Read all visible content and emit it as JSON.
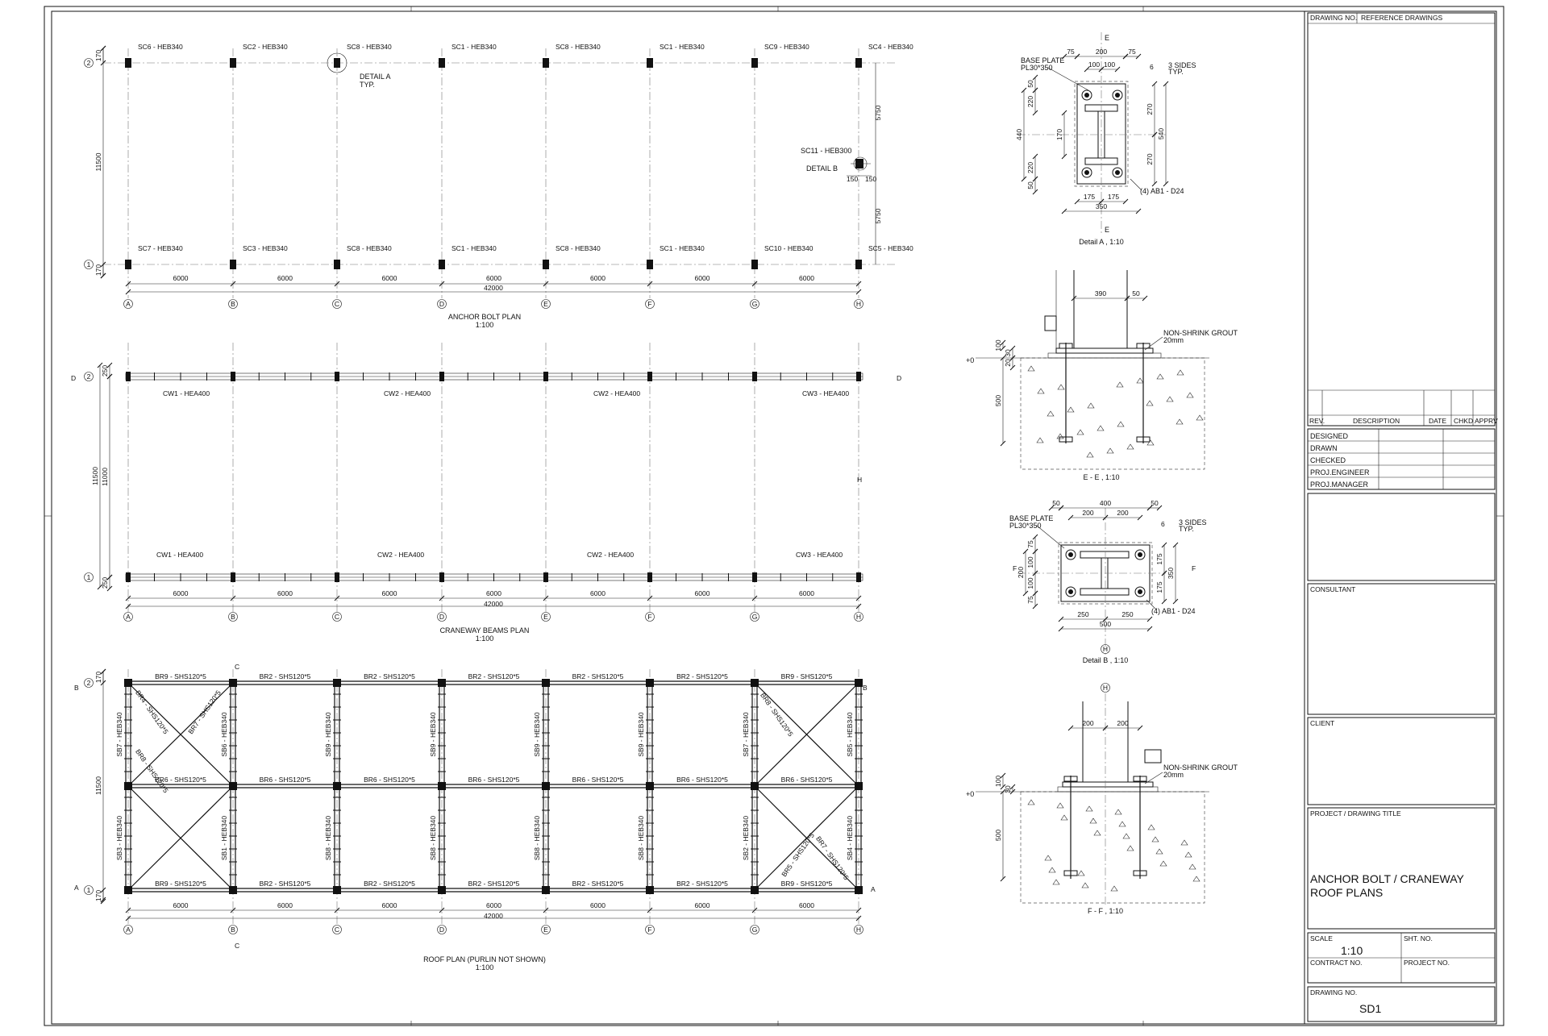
{
  "anchor_bolt_plan": {
    "title": "ANCHOR BOLT PLAN",
    "scale": "1:100",
    "grid_letters": [
      "A",
      "B",
      "C",
      "D",
      "E",
      "F",
      "G",
      "H"
    ],
    "grid_rows": [
      "2",
      "1"
    ],
    "row2_labels": [
      "SC6 - HEB340",
      "SC2 - HEB340",
      "SC8 - HEB340",
      "SC1 - HEB340",
      "SC8 - HEB340",
      "SC1 - HEB340",
      "SC9 - HEB340",
      "SC4 - HEB340"
    ],
    "row1_labels": [
      "SC7 - HEB340",
      "SC3 - HEB340",
      "SC8 - HEB340",
      "SC1 - HEB340",
      "SC8 - HEB340",
      "SC1 - HEB340",
      "SC10 - HEB340",
      "SC5 - HEB340"
    ],
    "detail_a": "DETAIL A",
    "detail_a_typ": "TYP.",
    "sc11": "SC11 - HEB300",
    "detail_b": "DETAIL B",
    "dim_150a": "150",
    "dim_150b": "150",
    "bay_dim": "6000",
    "total_dim": "42000",
    "span_dim": "11500",
    "edge_dim": "170",
    "half_span": "5750"
  },
  "craneway_plan": {
    "title": "CRANEWAY BEAMS PLAN",
    "scale": "1:100",
    "row2_beams": [
      "CW1 - HEA400",
      "CW2 - HEA400",
      "CW2 - HEA400",
      "CW3 - HEA400"
    ],
    "row1_beams": [
      "CW1 - HEA400",
      "CW2 - HEA400",
      "CW2 - HEA400",
      "CW3 - HEA400"
    ],
    "section_d": "D",
    "span_outer": "11500",
    "span_inner": "11000",
    "edge": "250",
    "bay_dim": "6000",
    "total_dim": "42000",
    "h_mark": "H"
  },
  "roof_plan": {
    "title": "ROOF PLAN (PURLIN NOT SHOWN)",
    "scale": "1:100",
    "top_beams": [
      "BR9 - SHS120*5",
      "BR2 - SHS120*5",
      "BR2 - SHS120*5",
      "BR2 - SHS120*5",
      "BR2 - SHS120*5",
      "BR2 - SHS120*5",
      "BR9 - SHS120*5"
    ],
    "mid_beams": [
      "BR6 - SHS120*5",
      "BR6 - SHS120*5",
      "BR6 - SHS120*5",
      "BR6 - SHS120*5",
      "BR6 - SHS120*5",
      "BR6 - SHS120*5",
      "BR6 - SHS120*5"
    ],
    "bot_beams": [
      "BR9 - SHS120*5",
      "BR2 - SHS120*5",
      "BR2 - SHS120*5",
      "BR2 - SHS120*5",
      "BR2 - SHS120*5",
      "BR2 - SHS120*5",
      "BR9 - SHS120*5"
    ],
    "upper_cols": [
      "SB7 - HEB340",
      "SB6 - HEB340",
      "SB9 - HEB340",
      "SB9 - HEB340",
      "SB9 - HEB340",
      "SB9 - HEB340",
      "SB7 - HEB340",
      "SB5 - HEB340"
    ],
    "lower_cols": [
      "SB3 - HEB340",
      "SB1 - HEB340",
      "SB8 - HEB340",
      "SB8 - HEB340",
      "SB8 - HEB340",
      "SB8 - HEB340",
      "SB2 - HEB340",
      "SB4 - HEB340"
    ],
    "bracing": [
      "BR4 - SHS120*5",
      "BR7 - SHS120*5",
      "BR8 - SHS120*5",
      "BR8 - SHS120*5",
      "BR5 - SHS120*5",
      "BR7 - SHS120*5"
    ],
    "section_b": "B",
    "section_a": "A",
    "section_c": "C",
    "span_dim": "11500",
    "edge": "170",
    "bay_dim": "6000",
    "total_dim": "42000"
  },
  "detail_a": {
    "title": "Detail A , 1:10",
    "base_plate": "BASE PLATE",
    "base_plate_size": "PL30*350",
    "weld": "3 SIDES",
    "weld_typ": "TYP.",
    "weld_size": "6",
    "bolts": "(4)  AB1 - D24",
    "sec": "E",
    "top_dims": [
      "75",
      "200",
      "75"
    ],
    "inner_dims": [
      "100",
      "100"
    ],
    "left_dims": [
      "50",
      "220",
      "440",
      "220",
      "50"
    ],
    "mid_dim": "170",
    "right_dims": [
      "270",
      "540",
      "270"
    ],
    "bot_dims": [
      "175",
      "175"
    ],
    "bot_total": "350"
  },
  "section_ee": {
    "title": "E - E , 1:10",
    "grout": "NON-SHRINK GROUT",
    "grout_depth": "20mm",
    "level": "+0",
    "dims": [
      "390",
      "50",
      "100",
      "30",
      "20",
      "500"
    ]
  },
  "detail_b": {
    "title": "Detail B , 1:10",
    "base_plate": "BASE PLATE",
    "base_plate_size": "PL30*350",
    "weld": "3 SIDES",
    "weld_typ": "TYP.",
    "weld_size": "6",
    "bolts": "(4)  AB1 - D24",
    "sec": "F",
    "grid": "H",
    "top_dims": [
      "50",
      "400",
      "50"
    ],
    "inner_dims": [
      "200",
      "200"
    ],
    "left_dims": [
      "75",
      "200",
      "100",
      "100",
      "75"
    ],
    "right_dims": [
      "175",
      "350",
      "175"
    ],
    "bot_dims": [
      "250",
      "250"
    ],
    "bot_total": "500"
  },
  "section_ff": {
    "title": "F - F , 1:10",
    "grout": "NON-SHRINK GROUT",
    "grout_depth": "20mm",
    "level": "+0",
    "grid": "H",
    "dims": [
      "200",
      "200",
      "100",
      "30",
      "500"
    ]
  },
  "title_block": {
    "drawing_no_hdr": "DRAWING NO.",
    "ref_hdr": "REFERENCE DRAWINGS",
    "rev": "REV.",
    "description": "DESCRIPTION",
    "date": "DATE",
    "chkd": "CHKD",
    "apprv": "APPRV",
    "roles": [
      "DESIGNED",
      "DRAWN",
      "CHECKED",
      "PROJ.ENGINEER",
      "PROJ.MANAGER"
    ],
    "consultant": "CONSULTANT",
    "client": "CLIENT",
    "project_title_hdr": "PROJECT / DRAWING TITLE",
    "title_line1": "ANCHOR BOLT / CRANEWAY",
    "title_line2": "ROOF PLANS",
    "scale_hdr": "SCALE",
    "scale_val": "1:10",
    "sht_hdr": "SHT. NO.",
    "contract_hdr": "CONTRACT NO.",
    "project_hdr": "PROJECT NO.",
    "drawing_no_hdr2": "DRAWING NO.",
    "drawing_no": "SD1"
  }
}
